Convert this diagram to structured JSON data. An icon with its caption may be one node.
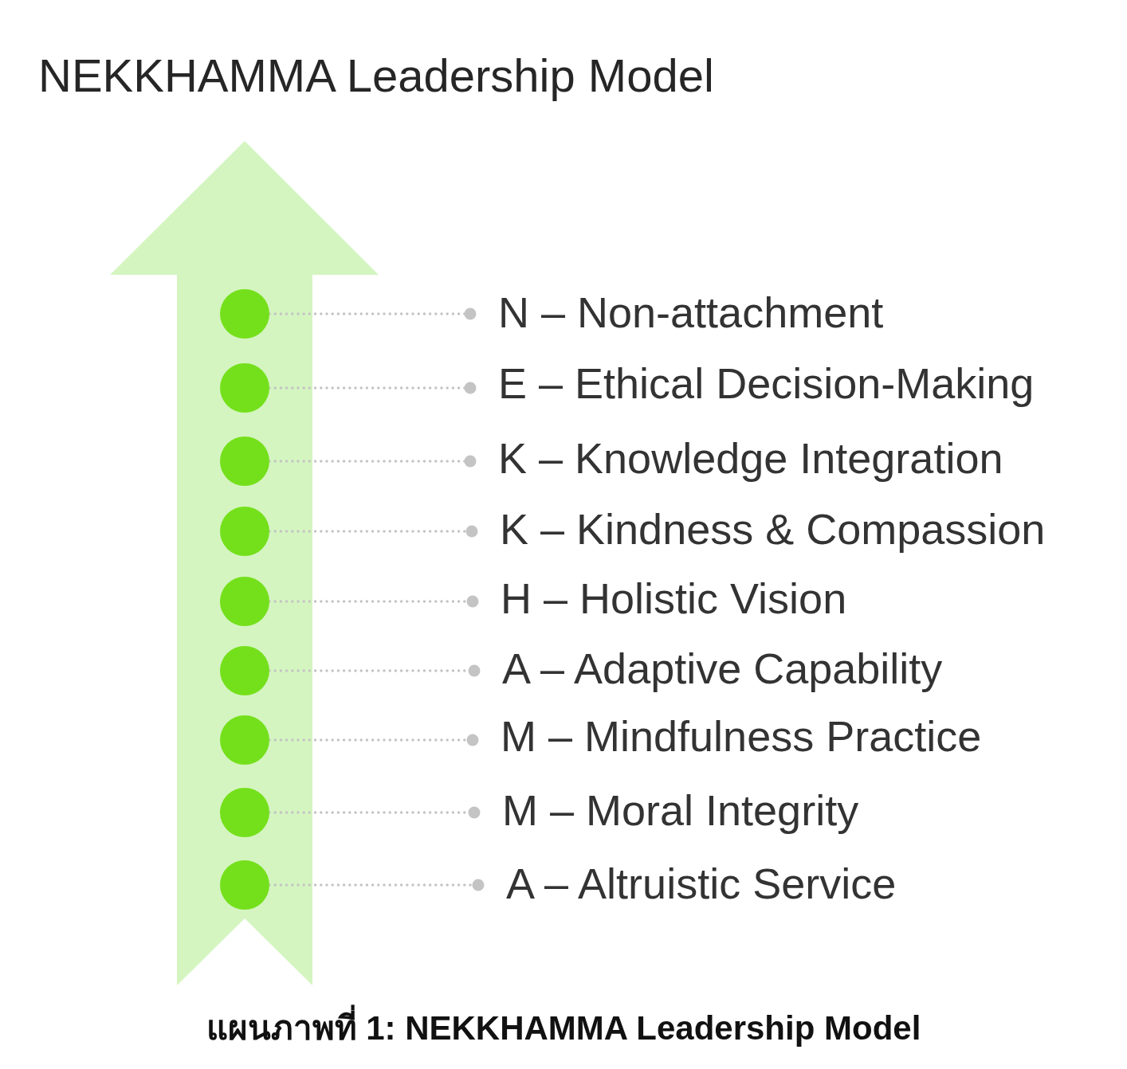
{
  "diagram": {
    "title": "NEKKHAMMA Leadership Model",
    "caption": "แผนภาพที่ 1: NEKKHAMMA Leadership Model",
    "nodes": [
      {
        "text": [],
        "shape": "circle"
      },
      {
        "text": [
          "N – Non-attachment"
        ]
      },
      {
        "text": [],
        "shape": "circle"
      },
      {
        "text": [
          "E – Ethical Decision-Making"
        ]
      },
      {
        "text": [],
        "shape": "circle"
      },
      {
        "text": [
          "K – Knowledge Integration"
        ]
      },
      {
        "text": [],
        "shape": "circle"
      },
      {
        "text": [
          "K – Kindness & Compassion"
        ]
      },
      {
        "text": [],
        "shape": "circle"
      },
      {
        "text": [
          "H – Holistic Vision"
        ]
      },
      {
        "text": [],
        "shape": "circle"
      },
      {
        "text": [
          "A – Adaptive Capability"
        ]
      },
      {
        "text": [],
        "shape": "circle"
      },
      {
        "text": [
          "M – Mindfulness Practice"
        ]
      },
      {
        "text": [],
        "shape": "circle"
      },
      {
        "text": [
          "M – Moral Integrity"
        ]
      },
      {
        "text": [],
        "shape": "circle"
      },
      {
        "text": [
          "A – Altruistic Service"
        ]
      }
    ],
    "edges": [
      {
        "from": 0,
        "to": 1,
        "arrow": "other"
      },
      {
        "from": 2,
        "to": 3,
        "arrow": "other"
      },
      {
        "from": 4,
        "to": 5,
        "arrow": "other"
      },
      {
        "from": 6,
        "to": 7,
        "arrow": "other"
      },
      {
        "from": 8,
        "to": 9,
        "arrow": "other"
      },
      {
        "from": 10,
        "to": 11,
        "arrow": "other"
      },
      {
        "from": 12,
        "to": 13,
        "arrow": "other"
      },
      {
        "from": 14,
        "to": 15,
        "arrow": "other"
      },
      {
        "from": 16,
        "to": 17,
        "arrow": "other"
      }
    ]
  }
}
